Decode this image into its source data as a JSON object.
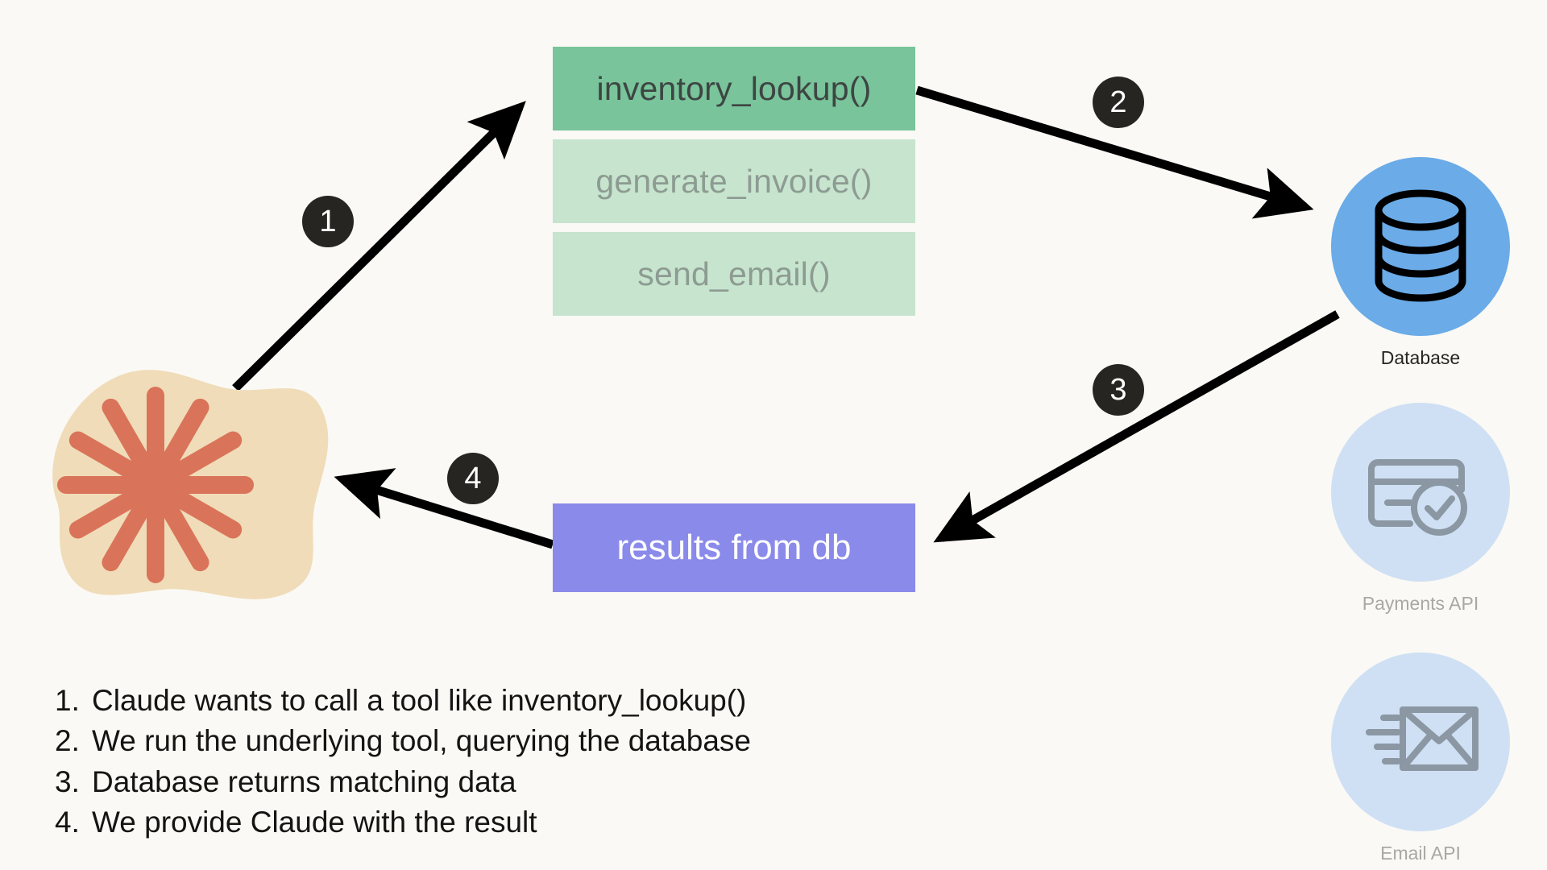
{
  "canvas": {
    "background": "#faf9f5",
    "arrow_color": "#000000",
    "badge_bg": "#262522",
    "badge_fg": "#ffffff"
  },
  "agent": {
    "name": "claude-logo",
    "blob_color": "#f0dcb8",
    "burst_color": "#d9745a"
  },
  "tools": {
    "items": [
      {
        "label": "inventory_lookup()",
        "state": "active",
        "bg": "#79c49a",
        "fg": "#3d4543"
      },
      {
        "label": "generate_invoice()",
        "state": "inactive",
        "bg": "#c6e4ce",
        "fg": "#8d9b92"
      },
      {
        "label": "send_email()",
        "state": "inactive",
        "bg": "#c6e4ce",
        "fg": "#8d9b92"
      }
    ]
  },
  "results": {
    "label": "results from db",
    "bg": "#8a8aea",
    "fg": "#ffffff"
  },
  "badges": [
    {
      "label": "1"
    },
    {
      "label": "2"
    },
    {
      "label": "3"
    },
    {
      "label": "4"
    }
  ],
  "services": [
    {
      "label": "Database",
      "icon": "database-icon",
      "circle_color": "#6aabe8",
      "icon_color": "#000000",
      "label_color": "#262522",
      "state": "active"
    },
    {
      "label": "Payments API",
      "icon": "credit-card-check-icon",
      "circle_color": "#cfe0f4",
      "icon_color": "#8b97a3",
      "label_color": "#a8a8a4",
      "state": "inactive"
    },
    {
      "label": "Email API",
      "icon": "envelope-send-icon",
      "circle_color": "#cfe0f4",
      "icon_color": "#8b97a3",
      "label_color": "#a8a8a4",
      "state": "inactive"
    }
  ],
  "steps": [
    {
      "number": "1.",
      "text": "Claude wants to call a tool like inventory_lookup()"
    },
    {
      "number": "2.",
      "text": "We run the underlying tool, querying the database"
    },
    {
      "number": "3.",
      "text": "Database returns matching data"
    },
    {
      "number": "4.",
      "text": "We provide Claude with the result"
    }
  ]
}
